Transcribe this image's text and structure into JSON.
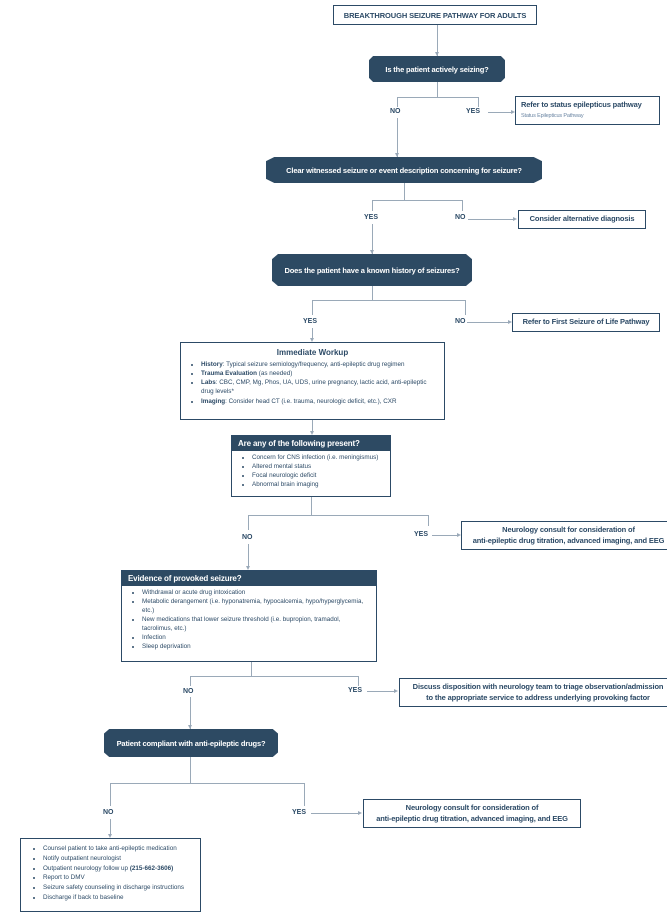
{
  "title": "BREAKTHROUGH SEIZURE PATHWAY FOR ADULTS",
  "labels": {
    "yes": "YES",
    "no": "NO"
  },
  "colors": {
    "navy": "#2d4a63",
    "text": "#2c4a66",
    "connector": "#9aa9b8",
    "sublink": "#6b86a3"
  },
  "nodes": {
    "d1": {
      "text": "Is the patient actively seizing?"
    },
    "status_epilepticus": {
      "text": "Refer to status epilepticus pathway",
      "sublink": "Status Epilepticus Pathway"
    },
    "d2": {
      "text": "Clear witnessed seizure or event description concerning for seizure?"
    },
    "alt_dx": {
      "text": "Consider alternative diagnosis"
    },
    "d3": {
      "text": "Does the patient have a known history of seizures?"
    },
    "first_seizure": {
      "text": "Refer to First Seizure of Life Pathway"
    },
    "workup": {
      "title": "Immediate Workup",
      "items": [
        {
          "bold": "History",
          "rest": ": Typical seizure semiology/frequency, anti-epileptic drug regimen"
        },
        {
          "bold": "Trauma Evaluation",
          "rest": " (as needed)"
        },
        {
          "bold": "Labs",
          "rest": ": CBC, CMP, Mg, Phos, UA, UDS, urine pregnancy, lactic acid, anti-epileptic drug levels*"
        },
        {
          "bold": "Imaging",
          "rest": ": Consider head CT (i.e. trauma, neurologic deficit, etc.), CXR"
        }
      ]
    },
    "d4": {
      "header": "Are any of the following present?",
      "items": [
        "Concern for CNS infection (i.e. meningismus)",
        "Altered mental status",
        "Focal neurologic deficit",
        "Abnormal brain imaging"
      ]
    },
    "neuro_consult_1": {
      "line1": "Neurology consult for consideration of",
      "line2": "anti-epileptic drug titration, advanced imaging, and EEG"
    },
    "d5": {
      "header": "Evidence of provoked seizure?",
      "items": [
        "Withdrawal or acute drug intoxication",
        "Metabolic derangement (i.e. hyponatremia, hypocalcemia, hypo/hyperglycemia, etc.)",
        "New medications that lower seizure threshold (i.e. bupropion, tramadol, tacrolimus, etc.)",
        "Infection",
        "Sleep deprivation"
      ]
    },
    "disposition": {
      "line1": "Discuss disposition with neurology team to triage observation/admission",
      "line2": "to the appropriate service to address underlying provoking factor"
    },
    "d6": {
      "text": "Patient compliant with anti-epileptic drugs?"
    },
    "neuro_consult_2": {
      "line1": "Neurology consult for consideration of",
      "line2": "anti-epileptic drug titration, advanced imaging, and EEG"
    },
    "discharge": {
      "items": [
        {
          "text": "Counsel patient to take anti-epileptic medication"
        },
        {
          "text": "Notify outpatient neurologist"
        },
        {
          "text": "Outpatient neurology follow up ",
          "bold": "(215-662-3606)"
        },
        {
          "text": "Report to DMV"
        },
        {
          "text": "Seizure safety counseling in discharge instructions"
        },
        {
          "text": "Discharge if back to baseline"
        }
      ]
    }
  }
}
